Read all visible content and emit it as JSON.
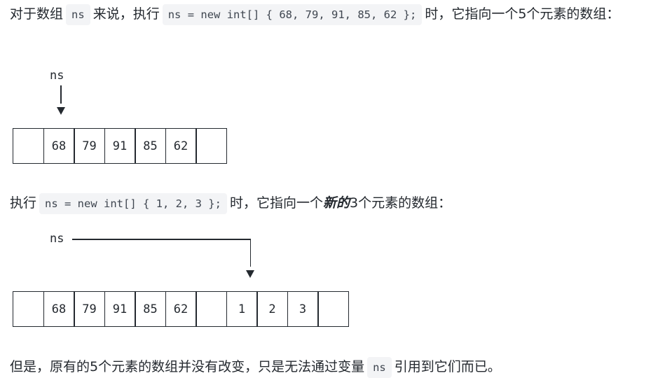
{
  "para1": {
    "t1": "对于数组",
    "code1": "ns",
    "t2": "来说，执行",
    "code2": "ns = new int[] { 68, 79, 91, 85, 62 };",
    "t3": "时，它指向一个5个元素的数组："
  },
  "diagram1": {
    "pointer_label": "ns",
    "cells": [
      "",
      "68",
      "79",
      "91",
      "85",
      "62",
      ""
    ]
  },
  "para2": {
    "t1": "执行",
    "code1": "ns = new int[] { 1, 2, 3 };",
    "t2": "时，它指向一个",
    "emph": "新的",
    "t3": "3个元素的数组："
  },
  "diagram2": {
    "pointer_label": "ns",
    "cells": [
      "",
      "68",
      "79",
      "91",
      "85",
      "62",
      "",
      "1",
      "2",
      "3",
      ""
    ]
  },
  "para3": {
    "t1": "但是，原有的5个元素的数组并没有改变，只是无法通过变量",
    "code1": "ns",
    "t2": "引用到它们而已。"
  }
}
